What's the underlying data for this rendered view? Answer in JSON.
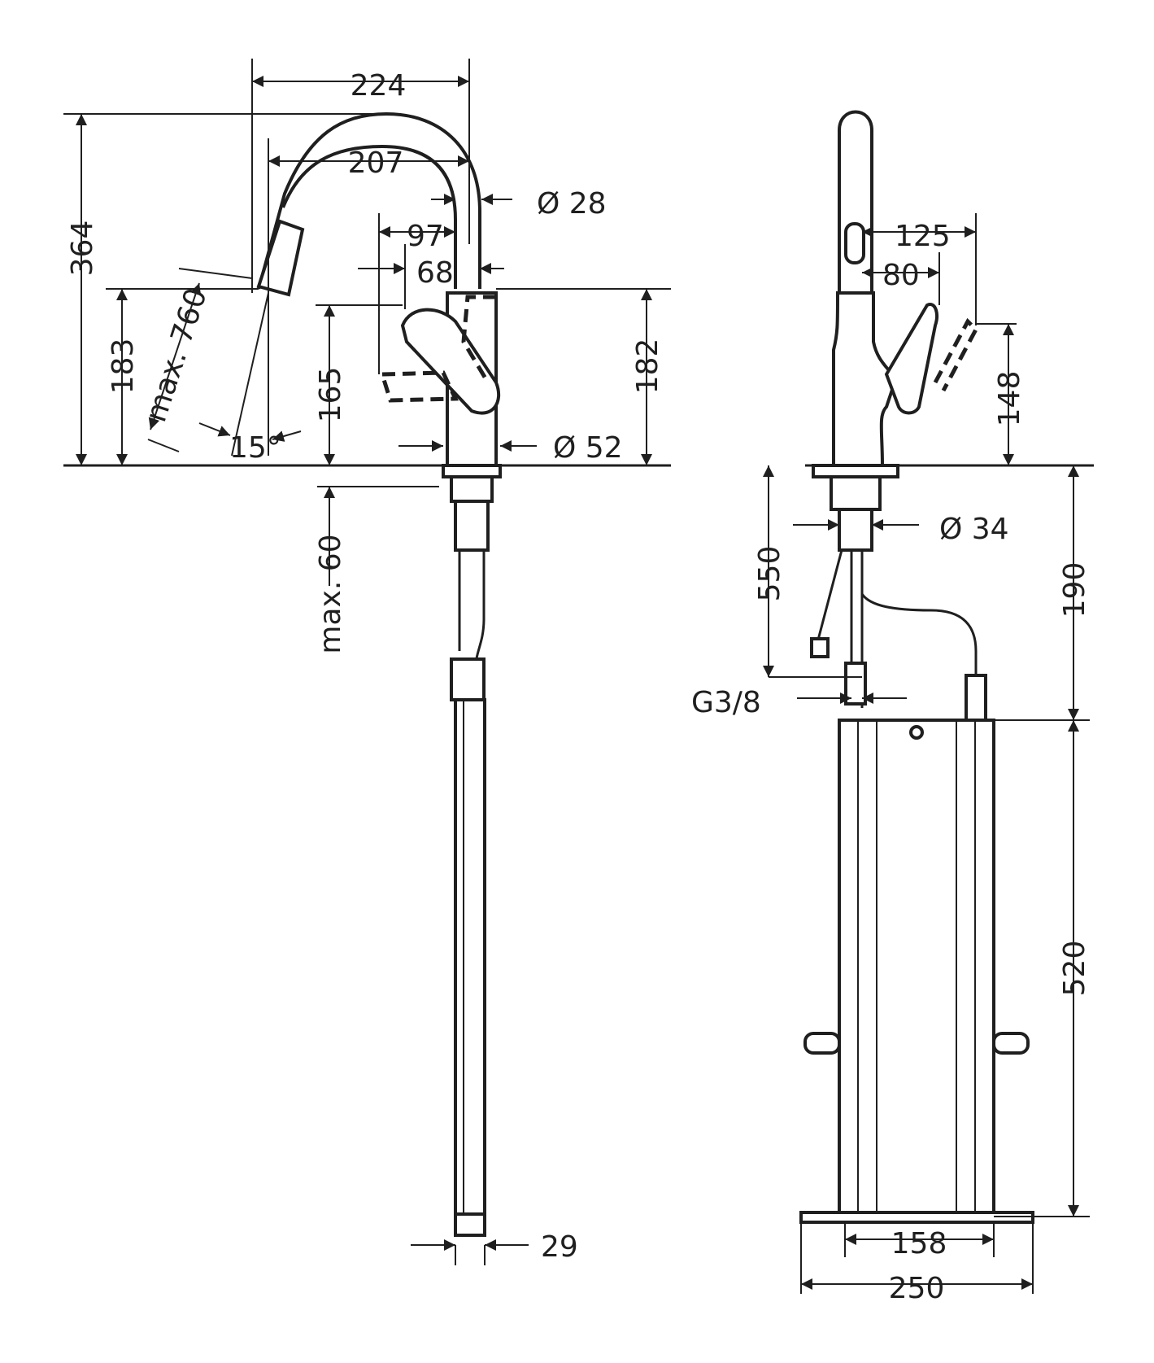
{
  "side_view": {
    "dimensions": {
      "spout_reach": "224",
      "spout_inner": "207",
      "spout_diameter": "Ø 28",
      "lever_reach": "97",
      "lever_inner": "68",
      "total_height": "364",
      "spout_height": "183",
      "hose_extension": "max. 760",
      "swivel_angle": "15°",
      "lever_height": "165",
      "body_height": "182",
      "base_diameter": "Ø 52",
      "deck_thickness": "max. 60",
      "shank_width": "29"
    }
  },
  "front_view": {
    "dimensions": {
      "spout_to_lever": "125",
      "lever_projection": "80",
      "lever_height": "148",
      "shank_diameter": "Ø 34",
      "thread": "G3/8",
      "hose_length": "550",
      "connection_height": "190",
      "box_height": "520",
      "box_inner_width": "158",
      "box_outer_width": "250"
    }
  }
}
